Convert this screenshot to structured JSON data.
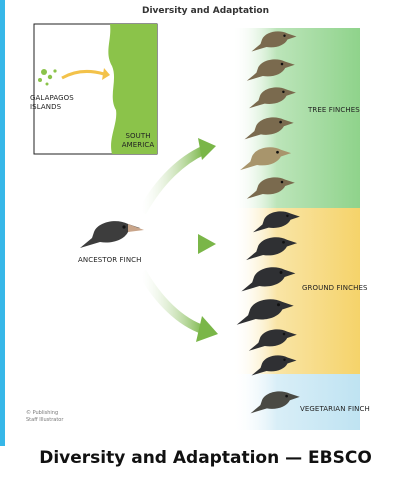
{
  "figure": {
    "title": "Diversity and Adaptation",
    "map": {
      "region_label": "GALAPAGOS\nISLANDS",
      "continent_label": "SOUTH\nAMERICA"
    },
    "ancestor_label": "ANCESTOR FINCH",
    "groups": {
      "tree": "TREE FINCHES",
      "ground": "GROUND FINCHES",
      "vegetarian": "VEGETARIAN FINCH"
    },
    "credit": "© Publishing\n  Staff Illustrator",
    "colors": {
      "tree_band": "#8fd38b",
      "ground_band": "#f5d36a",
      "vegetarian_band": "#bfe3f2",
      "arrow": "#7ab648",
      "map_land": "#8bc34a",
      "migration_arrow": "#f3c24a"
    }
  },
  "caption": "Diversity and Adaptation — EBSCO"
}
